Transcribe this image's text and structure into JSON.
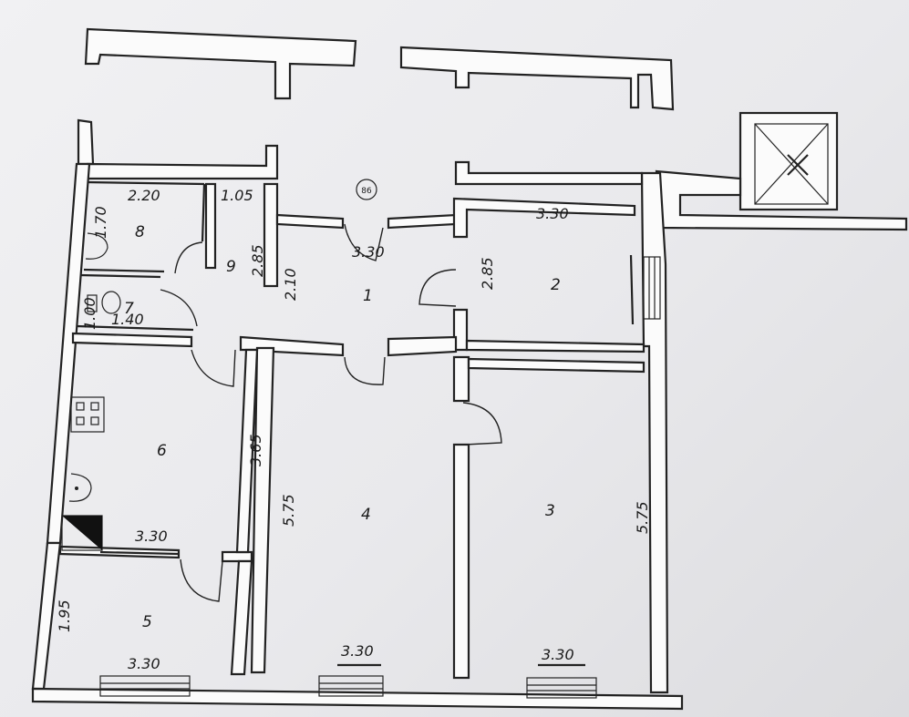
{
  "plan_label": "86",
  "rooms": [
    {
      "number": "1"
    },
    {
      "number": "2"
    },
    {
      "number": "3"
    },
    {
      "number": "4"
    },
    {
      "number": "5"
    },
    {
      "number": "6"
    },
    {
      "number": "7"
    },
    {
      "number": "8"
    },
    {
      "number": "9"
    }
  ],
  "dimensions": {
    "room8_width": "2.20",
    "room8_height": "1.70",
    "room9_width": "1.05",
    "room9_height": "2.85",
    "corridor_height": "2.10",
    "room1_width": "3.30",
    "room2_width": "3.30",
    "room2_height": "2.85",
    "room7_height": "1.00",
    "room7_width": "1.40",
    "room6_height": "3.65",
    "room6_width": "3.30",
    "room5_height": "1.95",
    "room5_width": "3.30",
    "room4_height": "5.75",
    "room4_width": "3.30",
    "room3_height": "5.75",
    "room3_width": "3.30"
  }
}
